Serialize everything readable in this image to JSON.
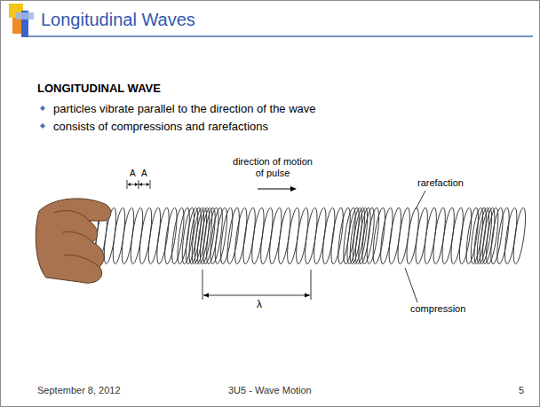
{
  "diagram": {
    "title": "Longitudinal Waves",
    "labels": [
      "LONGITUDINAL WAVE",
      "particles vibrate parallel to the direction of the wave",
      "consists of compressions and rarefactions",
      "A",
      "A",
      "direction of motion of pulse",
      "rarefaction",
      "λ",
      "compression",
      "September 8, 2012",
      "3U5 - Wave Motion",
      "5"
    ]
  }
}
